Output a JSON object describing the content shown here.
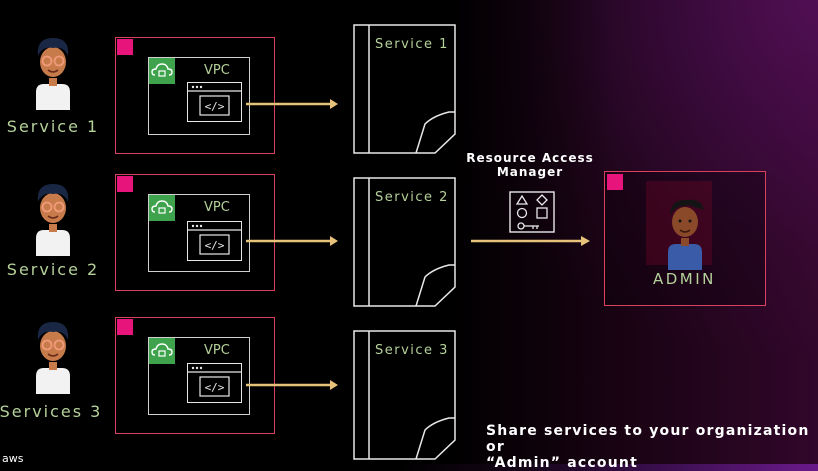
{
  "services": [
    {
      "label": "Service 1",
      "vpc_label": "VPC",
      "doc_label": "Service 1"
    },
    {
      "label": "Service 2",
      "vpc_label": "VPC",
      "doc_label": "Service 2"
    },
    {
      "label": "Services 3",
      "vpc_label": "VPC",
      "doc_label": "Service 3"
    }
  ],
  "ram": {
    "line1": "Resource Access",
    "line2": "Manager"
  },
  "admin": {
    "label": "ADMIN"
  },
  "caption": {
    "line1": "Share services to your organization or",
    "line2": "“Admin” account"
  },
  "logo": {
    "text": "aws"
  },
  "colors": {
    "account_border": "#d8425f",
    "badge": "#e7157b",
    "arrow": "#e6c27a",
    "vpc_green": "#3fa34d",
    "label_green": "#b5d19a"
  }
}
